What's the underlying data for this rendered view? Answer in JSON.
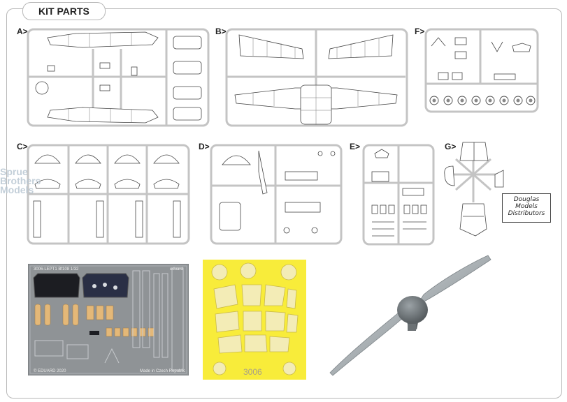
{
  "header": {
    "title": "KIT PARTS"
  },
  "sprues": [
    {
      "id": "A",
      "label": "A>"
    },
    {
      "id": "B",
      "label": "B>"
    },
    {
      "id": "F",
      "label": "F>"
    },
    {
      "id": "C",
      "label": "C>"
    },
    {
      "id": "D",
      "label": "D>"
    },
    {
      "id": "E",
      "label": "E>"
    },
    {
      "id": "G",
      "label": "G>"
    }
  ],
  "watermark": {
    "line1": "Sprue",
    "line2": "Brothers",
    "line3": "Models"
  },
  "distributor": {
    "line1": "Douglas",
    "line2": "Models",
    "line3": "Distributors"
  },
  "photo_etch": {
    "code": "3006-LEPT1  Bf108  1/32",
    "brand": "eduard",
    "copyright": "© EDUARD 2020",
    "made_in": "Made in Czech Republic"
  },
  "mask": {
    "number": "3006"
  },
  "colors": {
    "sprue": "#c8c8c8",
    "mask_yellow": "#f8ec3a",
    "pe_base": "#8f9396",
    "propeller": "#a7adb0"
  }
}
